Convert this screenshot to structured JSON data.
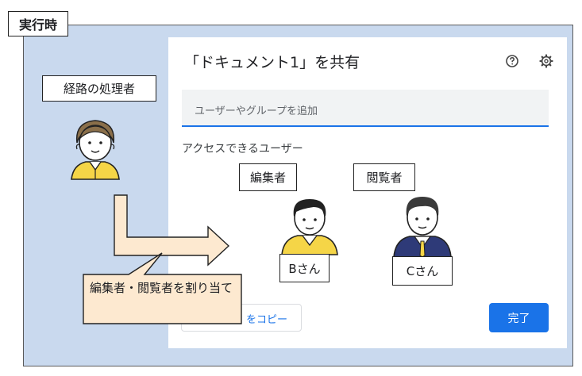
{
  "tag": "実行時",
  "handler_label": "経路の処理者",
  "dialog": {
    "title": "「ドキュメント1」を共有",
    "search_placeholder": "ユーザーやグループを追加",
    "access_label": "アクセスできるユーザー",
    "copy_link_label": "をコピー",
    "done_label": "完了"
  },
  "roles": {
    "editor": "編集者",
    "viewer": "閲覧者"
  },
  "users": {
    "b": "Bさん",
    "c": "Cさん"
  },
  "callout": "編集者・閲覧者を割り当て",
  "colors": {
    "frame_bg": "#c9d9ee",
    "accent": "#1a73e8",
    "arrow_fill": "#fde9d0",
    "yellow_shirt": "#f5d547",
    "navy_suit": "#2e3a78"
  },
  "icons": [
    "help-icon",
    "gear-icon"
  ]
}
